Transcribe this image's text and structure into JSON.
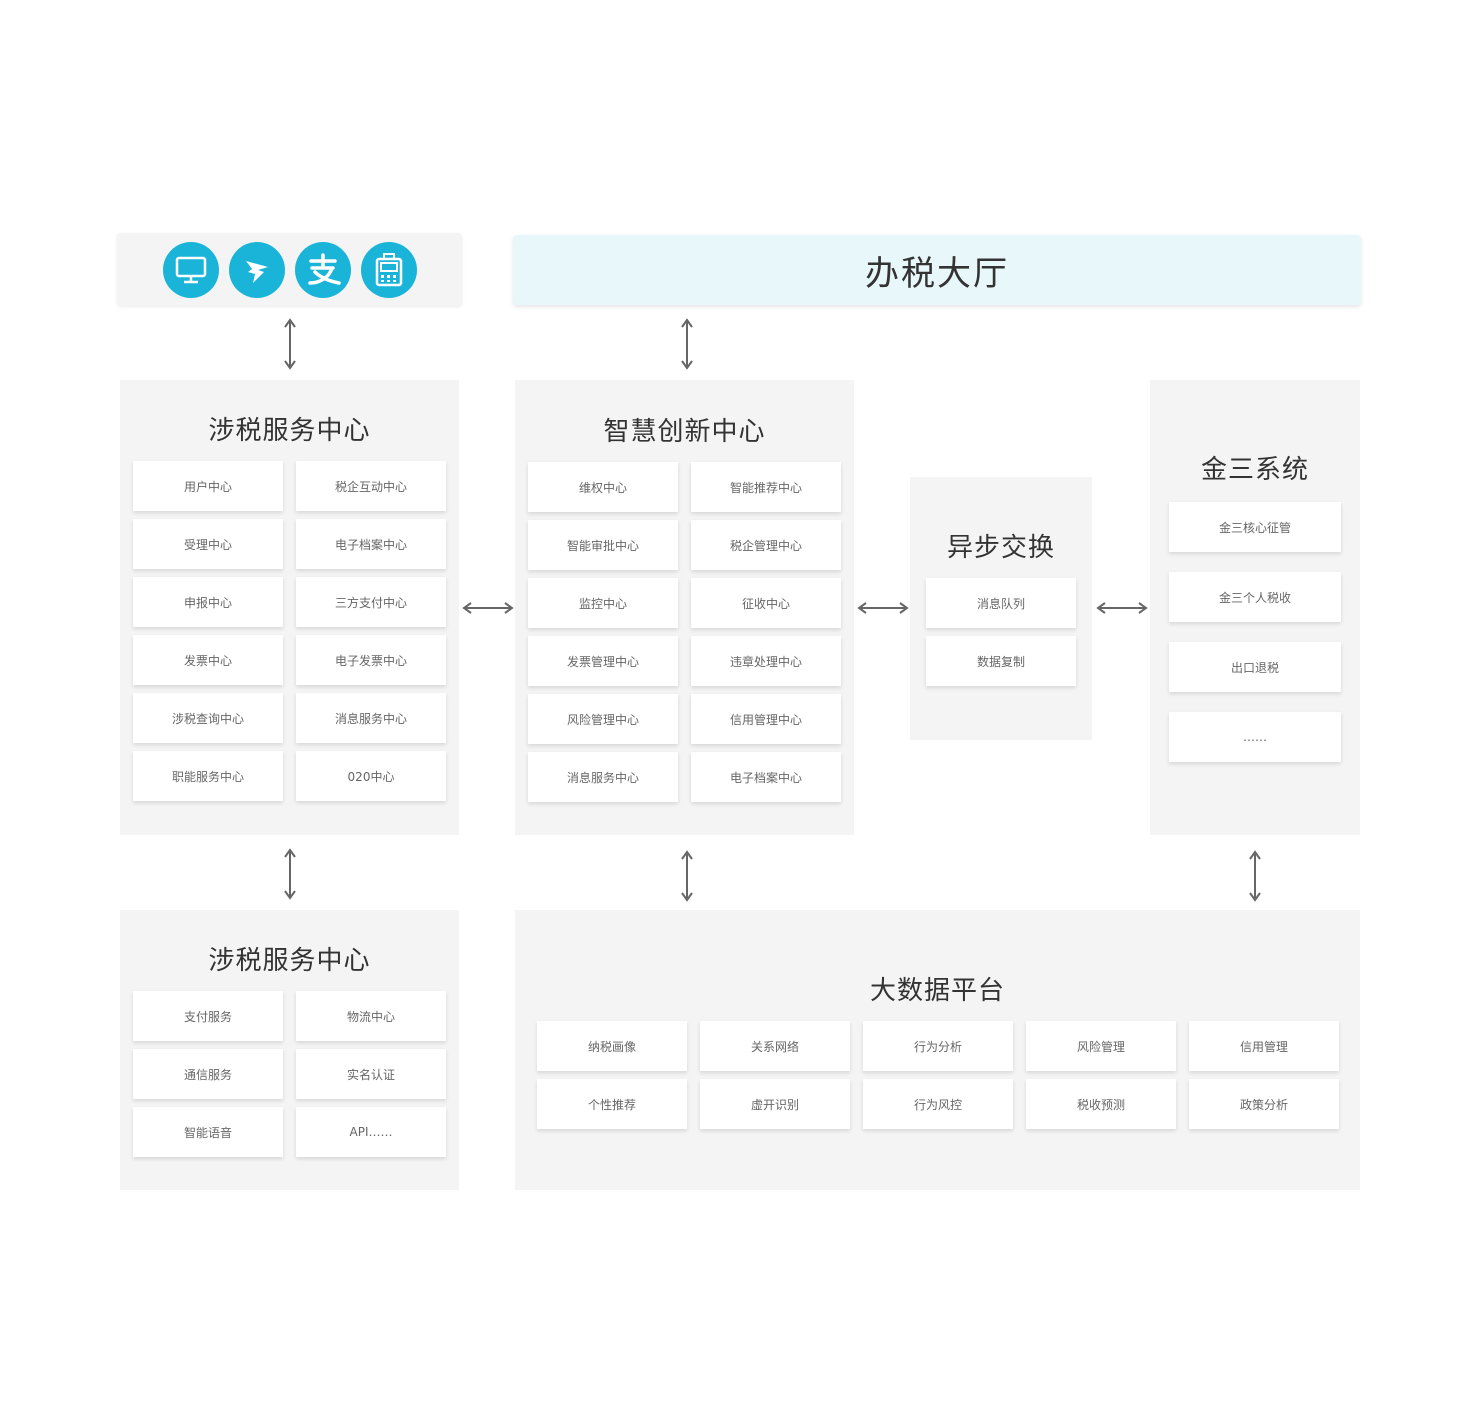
{
  "colors": {
    "accent": "#19b4d8",
    "panel_bg": "#f4f4f5",
    "hall_bg": "#e8f7fa",
    "arrow": "#666666"
  },
  "top_icons": [
    {
      "name": "desktop-icon"
    },
    {
      "name": "dingtalk-icon"
    },
    {
      "name": "alipay-icon"
    },
    {
      "name": "kiosk-terminal-icon"
    }
  ],
  "hall": {
    "title": "办税大厅"
  },
  "tax_service_center": {
    "title": "涉税服务中心",
    "items": [
      "用户中心",
      "税企互动中心",
      "受理中心",
      "电子档案中心",
      "申报中心",
      "三方支付中心",
      "发票中心",
      "电子发票中心",
      "涉税查询中心",
      "消息服务中心",
      "职能服务中心",
      "020中心"
    ]
  },
  "innovation_center": {
    "title": "智慧创新中心",
    "items": [
      "维权中心",
      "智能推荐中心",
      "智能审批中心",
      "税企管理中心",
      "监控中心",
      "征收中心",
      "发票管理中心",
      "违章处理中心",
      "风险管理中心",
      "信用管理中心",
      "消息服务中心",
      "电子档案中心"
    ]
  },
  "async_exchange": {
    "title": "异步交换",
    "items": [
      "消息队列",
      "数据复制"
    ]
  },
  "golden_tax": {
    "title": "金三系统",
    "items": [
      "金三核心征管",
      "金三个人税收",
      "出口退税",
      "……"
    ]
  },
  "tax_service_center_2": {
    "title": "涉税服务中心",
    "items": [
      "支付服务",
      "物流中心",
      "通信服务",
      "实名认证",
      "智能语音",
      "API……"
    ]
  },
  "big_data": {
    "title": "大数据平台",
    "items": [
      "纳税画像",
      "关系网络",
      "行为分析",
      "风险管理",
      "信用管理",
      "个性推荐",
      "虚开识别",
      "行为风控",
      "税收预测",
      "政策分析"
    ]
  }
}
